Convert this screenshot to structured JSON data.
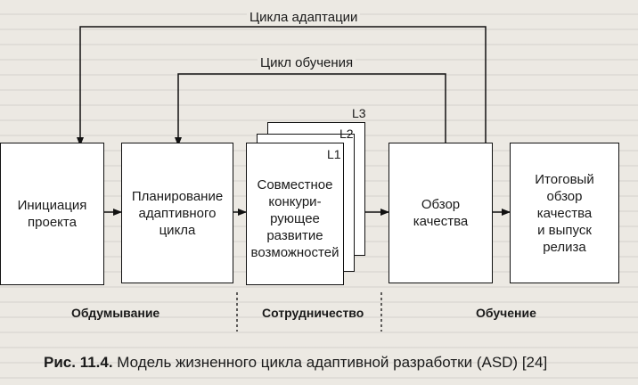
{
  "diagram": {
    "outer_cycle_label": "Цикла адаптации",
    "inner_cycle_label": "Цикл обучения",
    "boxes": {
      "initiation": "Инициация\nпроекта",
      "planning": "Планирование\nадаптивного\nцикла",
      "development": "Совместное\nконкури-\nрующее\nразвитие\nвозможностей",
      "review": "Обзор\nкачества",
      "final": "Итоговый\nобзор\nкачества\nи выпуск\nрелиза"
    },
    "stack_labels": {
      "l1": "L1",
      "l2": "L2",
      "l3": "L3"
    },
    "phases": {
      "speculate": "Обдумывание",
      "collaborate": "Сотрудничество",
      "learn": "Обучение"
    }
  },
  "caption": {
    "number": "Рис. 11.4.",
    "text": " Модель жизненного цикла адаптивной разработки (ASD) [24]"
  },
  "colors": {
    "ink": "#111111",
    "page": "#ece9e3",
    "box": "#ffffff"
  }
}
